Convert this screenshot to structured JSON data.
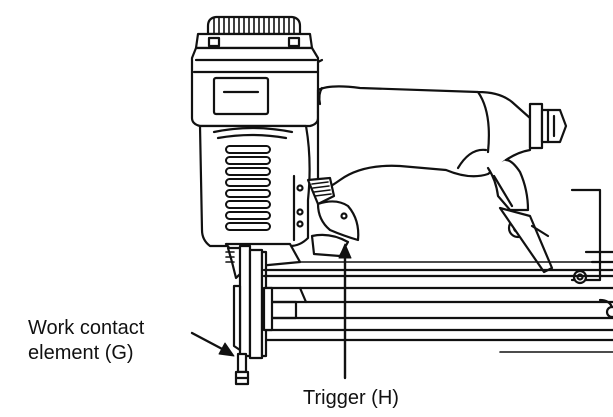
{
  "labels": {
    "work_contact": {
      "line1": "Work contact",
      "line2": "element (G)"
    },
    "trigger": "Trigger (H)"
  },
  "colors": {
    "line": "#111111",
    "background": "#ffffff",
    "shade": "#f2f2f2"
  },
  "illustration": {
    "subject": "pneumatic brad nailer",
    "style": "black line art"
  }
}
